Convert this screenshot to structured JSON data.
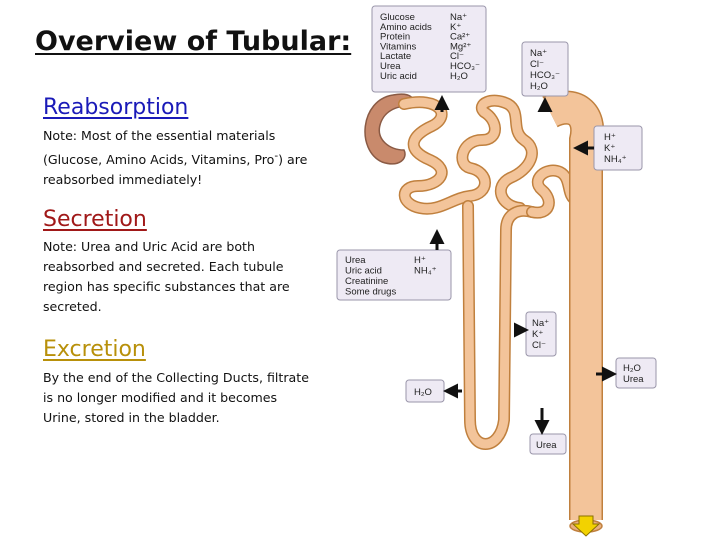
{
  "title": "Overview of Tubular:",
  "sections": {
    "reabsorption": {
      "heading": "Reabsorption",
      "heading_color": "#1a1ab8",
      "note_prefix": "Note: Most of the essential materials (Glucose, Amino Acids, Vitamins, Pro",
      "note_sup": "-",
      "note_suffix": ") are reabsorbed immediately!"
    },
    "secretion": {
      "heading": "Secretion",
      "heading_color": "#a01818",
      "note": "Note: Urea and Uric Acid are both reabsorbed and secreted. Each tubule region has specific substances that are secreted."
    },
    "excretion": {
      "heading": "Excretion",
      "heading_color": "#b8900a",
      "note": "By the end of the Collecting Ducts, filtrate is no longer modified and it becomes Urine, stored in the bladder."
    }
  },
  "diagram": {
    "colors": {
      "tubule_fill": "#f3c49a",
      "tubule_stroke": "#c0803e",
      "capsule_fill": "#c98a6c",
      "box_fill": "#eeeaf4",
      "box_stroke": "#9a96aa",
      "arrow": "#111111",
      "urine_arrow": "#f2d200"
    },
    "pct_box": {
      "left": [
        "Glucose",
        "Amino acids",
        "Protein",
        "Vitamins",
        "Lactate",
        "Urea",
        "Uric acid"
      ],
      "right": [
        "Na⁺",
        "K⁺",
        "Ca²⁺",
        "Mg²⁺",
        "Cl⁻",
        "HCO₃⁻",
        "H₂O"
      ]
    },
    "loop_box": [
      "Na⁺",
      "Cl⁻",
      "HCO₃⁻",
      "H₂O"
    ],
    "secretion_box": [
      "H⁺",
      "K⁺",
      "NH₄⁺"
    ],
    "waste_box": {
      "left": [
        "Urea",
        "Uric acid",
        "Creatinine",
        "Some drugs"
      ],
      "right": [
        "H⁺",
        "NH₄⁺"
      ]
    },
    "collect_box": [
      "Na⁺",
      "K⁺",
      "Cl⁻"
    ],
    "water_box": [
      "H₂O",
      "Urea"
    ],
    "descending_box": [
      "H₂O"
    ],
    "urea_box": [
      "Urea"
    ]
  }
}
